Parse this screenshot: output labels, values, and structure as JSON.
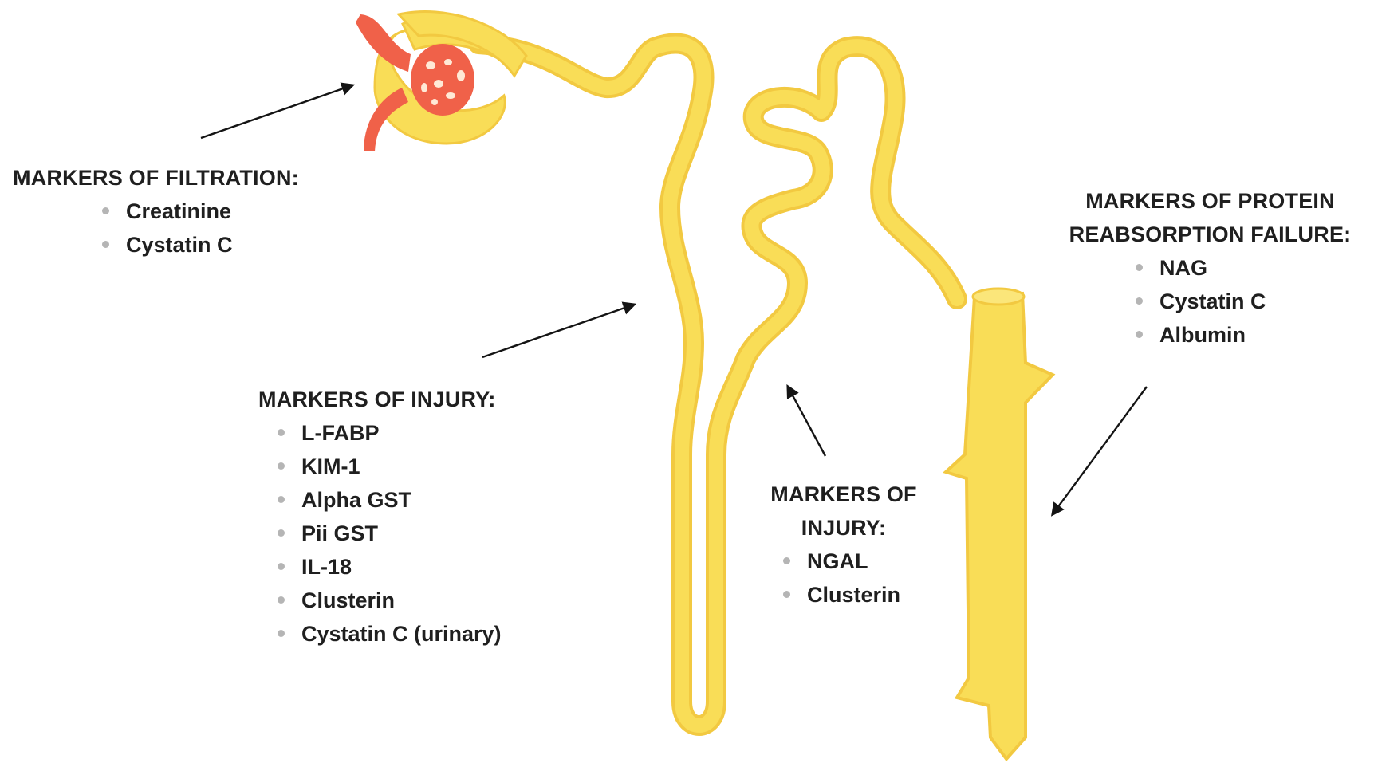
{
  "colors": {
    "tubule_fill": "#f9dd57",
    "tubule_edge": "#f2c941",
    "glomerulus": "#f06149",
    "arrow": "#141414",
    "bullet": "#b5b5b5",
    "text": "#1f1f1f"
  },
  "filtration": {
    "title": "MARKERS OF FILTRATION:",
    "items": [
      "Creatinine",
      "Cystatin C"
    ]
  },
  "injury_main": {
    "title": "MARKERS OF INJURY:",
    "items": [
      "L-FABP",
      "KIM-1",
      "Alpha GST",
      "Pii GST",
      "IL-18",
      "Clusterin",
      "Cystatin C (urinary)"
    ]
  },
  "injury_distal": {
    "title_line1": "MARKERS OF",
    "title_line2": "INJURY:",
    "items": [
      "NGAL",
      "Clusterin"
    ]
  },
  "protein": {
    "title_line1": "MARKERS OF PROTEIN",
    "title_line2": "REABSORPTION FAILURE:",
    "items": [
      "NAG",
      "Cystatin C",
      "Albumin"
    ]
  }
}
